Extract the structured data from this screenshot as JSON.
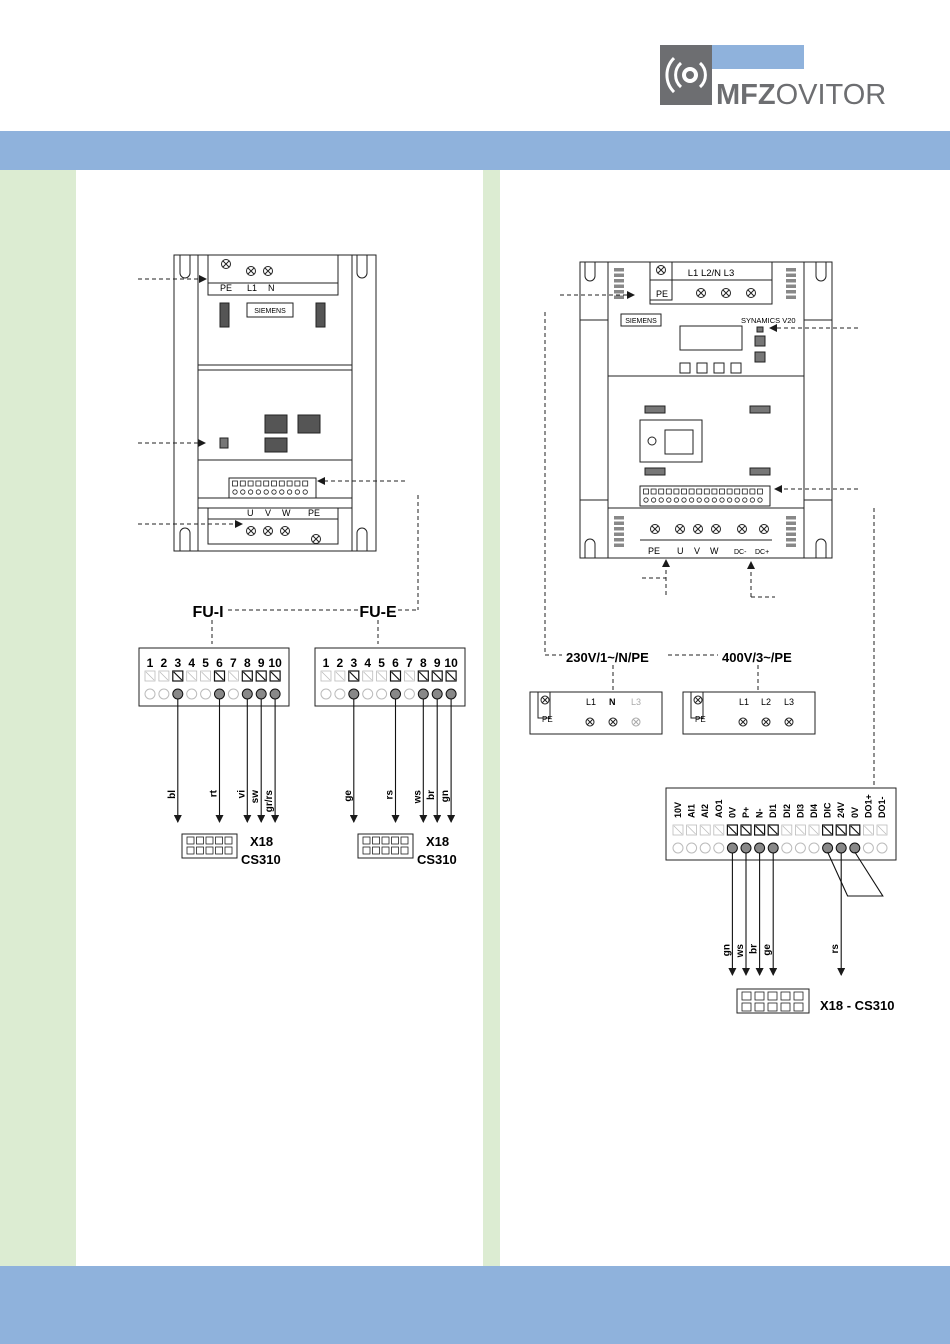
{
  "brand": {
    "name_bold": "MFZ",
    "name_light": "OVITOR",
    "colors": {
      "band": "#8fb2dc",
      "side": "#dcecd2",
      "logo_gray": "#6d6e71",
      "logo_blue": "#8fb2dc"
    }
  },
  "left": {
    "device": {
      "brand_label": "SIEMENS",
      "top_terminals": [
        "PE",
        "L1",
        "N"
      ],
      "bottom_terminals": [
        "U",
        "V",
        "W",
        "PE"
      ]
    },
    "headings": {
      "fu_i": "FU-I",
      "fu_e": "FU-E"
    },
    "fu_i": {
      "numbers": [
        "1",
        "2",
        "3",
        "4",
        "5",
        "6",
        "7",
        "8",
        "9",
        "10"
      ],
      "wires": [
        "bl",
        "rt",
        "vi",
        "sw",
        "gr/rs"
      ]
    },
    "fu_e": {
      "numbers": [
        "1",
        "2",
        "3",
        "4",
        "5",
        "6",
        "7",
        "8",
        "9",
        "10"
      ],
      "wires": [
        "ge",
        "rs",
        "ws",
        "br",
        "gn"
      ]
    },
    "connector_fu_i": {
      "line1": "X18",
      "line2": "CS310"
    },
    "connector_fu_e": {
      "line1": "X18",
      "line2": "CS310"
    }
  },
  "right": {
    "device": {
      "top_terminals": "L1 L2/N L3",
      "brand_label": "SIEMENS",
      "model": "SYNAMICS V20",
      "bottom_terminals": [
        "PE",
        "U",
        "V",
        "W",
        "DC-",
        "DC+"
      ]
    },
    "supply_230": {
      "label": "230V/1~/N/PE",
      "pe": "PE",
      "terminals": [
        "L1",
        "N",
        "L3"
      ]
    },
    "supply_400": {
      "label": "400V/3~/PE",
      "pe": "PE",
      "terminals": [
        "L1",
        "L2",
        "L3"
      ]
    },
    "io_labels": [
      "10V",
      "AI1",
      "AI2",
      "AO1",
      "0V",
      "P+",
      "N-",
      "DI1",
      "DI2",
      "DI3",
      "DI4",
      "DIC",
      "24V",
      "0V",
      "DO1+",
      "DO1-"
    ],
    "wires": [
      "gn",
      "ws",
      "br",
      "ge",
      "rs"
    ],
    "connector": {
      "label": "X18 -  CS310"
    }
  }
}
